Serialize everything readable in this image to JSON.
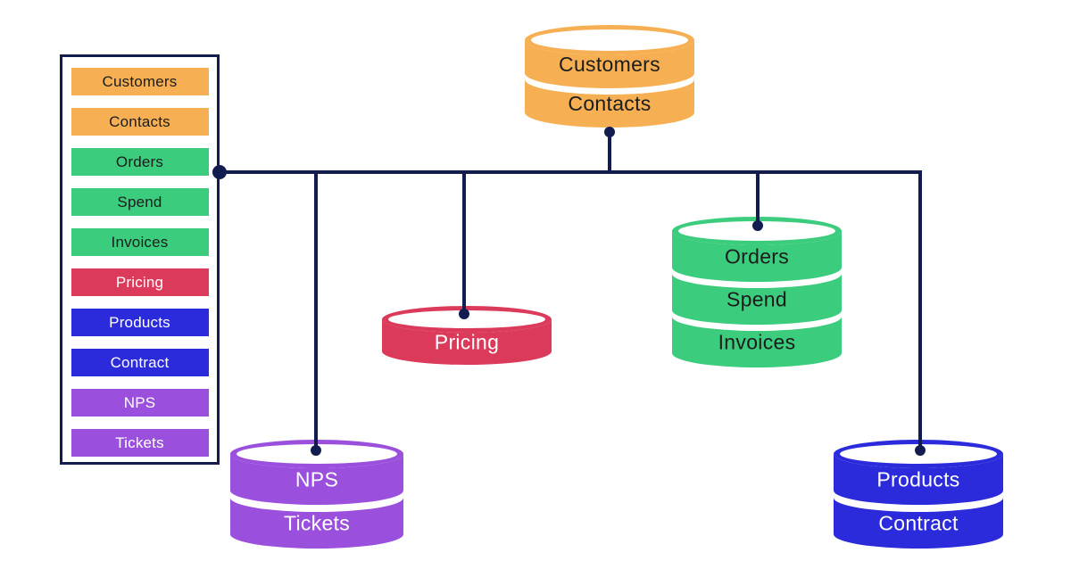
{
  "colors": {
    "background": "#FFFFFF",
    "line": "#131C4E",
    "dark_text": "#1C1C1C",
    "light_text": "#FFFFFF",
    "orange": "#F6B053",
    "green": "#3BCC7D",
    "red": "#DB3A5B",
    "blue": "#2B2BDC",
    "purple": "#9B50DD"
  },
  "legend": {
    "items": [
      {
        "label": "Customers",
        "color": "orange",
        "text": "dark"
      },
      {
        "label": "Contacts",
        "color": "orange",
        "text": "dark"
      },
      {
        "label": "Orders",
        "color": "green",
        "text": "dark"
      },
      {
        "label": "Spend",
        "color": "green",
        "text": "dark"
      },
      {
        "label": "Invoices",
        "color": "green",
        "text": "dark"
      },
      {
        "label": "Pricing",
        "color": "red",
        "text": "light"
      },
      {
        "label": "Products",
        "color": "blue",
        "text": "light"
      },
      {
        "label": "Contract",
        "color": "blue",
        "text": "light"
      },
      {
        "label": "NPS",
        "color": "purple",
        "text": "light"
      },
      {
        "label": "Tickets",
        "color": "purple",
        "text": "light"
      }
    ]
  },
  "databases": [
    {
      "id": "customers-contacts",
      "color": "orange",
      "text": "dark",
      "segments": [
        "Customers",
        "Contacts"
      ]
    },
    {
      "id": "pricing",
      "color": "red",
      "text": "light",
      "segments": [
        "Pricing"
      ]
    },
    {
      "id": "orders-spend-invoices",
      "color": "green",
      "text": "dark",
      "segments": [
        "Orders",
        "Spend",
        "Invoices"
      ]
    },
    {
      "id": "nps-tickets",
      "color": "purple",
      "text": "light",
      "segments": [
        "NPS",
        "Tickets"
      ]
    },
    {
      "id": "products-contract",
      "color": "blue",
      "text": "light",
      "segments": [
        "Products",
        "Contract"
      ]
    }
  ],
  "connections": [
    {
      "from": "legend-panel",
      "to": "customers-contacts"
    },
    {
      "from": "legend-panel",
      "to": "pricing"
    },
    {
      "from": "legend-panel",
      "to": "orders-spend-invoices"
    },
    {
      "from": "legend-panel",
      "to": "nps-tickets"
    },
    {
      "from": "legend-panel",
      "to": "products-contract"
    }
  ]
}
